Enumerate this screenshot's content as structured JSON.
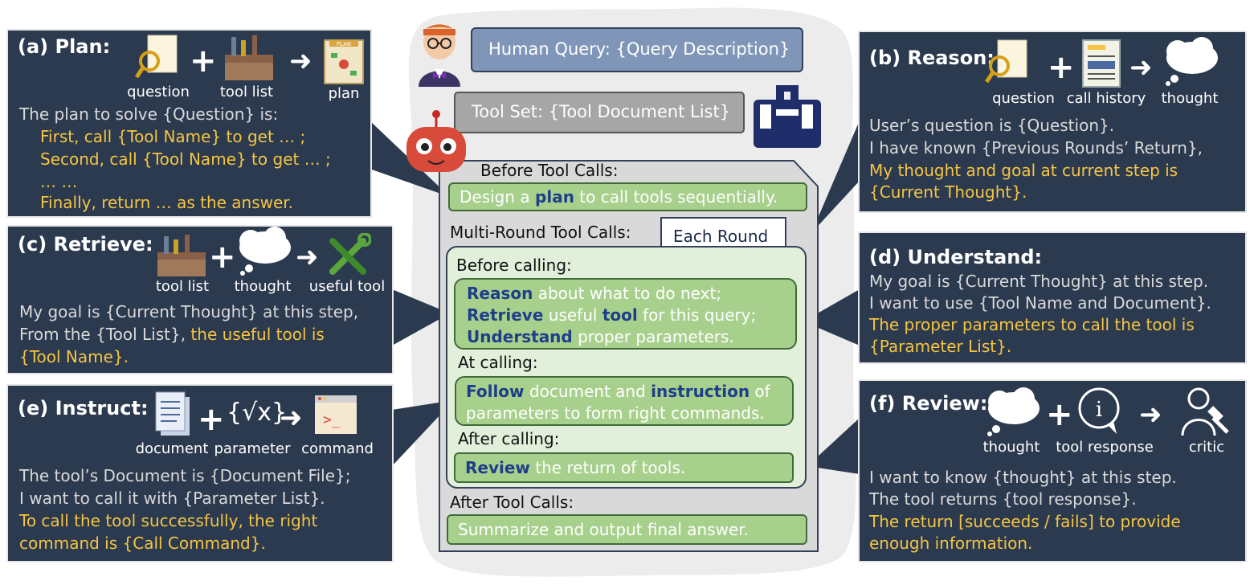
{
  "center": {
    "human_query": "Human Query: {Query Description}",
    "tool_set": "Tool Set: {Tool Document List}",
    "before_tool_calls": "Before Tool Calls:",
    "plan_pre": "Design a ",
    "plan_kw": "plan",
    "plan_post": " to call tools sequentially.",
    "multi_round": "Multi-Round Tool Calls:",
    "each_round": "Each Round",
    "before_calling": "Before calling:",
    "reason_kw": "Reason",
    "reason_post": " about what to do next;",
    "retrieve_kw": "Retrieve",
    "retrieve_mid": " useful ",
    "retrieve_kw2": "tool",
    "retrieve_post": " for this query;",
    "understand_kw": "Understand",
    "understand_post": " proper parameters.",
    "at_calling": "At calling:",
    "follow_kw": "Follow",
    "follow_mid": " document and ",
    "instruction_kw": "instruction",
    "follow_post": " of",
    "follow_line2": "parameters to form right commands.",
    "after_calling": "After calling:",
    "review_kw": "Review",
    "review_post": " the return of tools.",
    "after_tool_calls": "After Tool Calls:",
    "summarize": "Summarize and output final answer."
  },
  "panel_a": {
    "title": "(a) Plan:",
    "icons": [
      "question",
      "tool list",
      "plan"
    ],
    "icon_names": [
      "magnifier-document-icon",
      "toolbox-icon",
      "plan-board-icon"
    ],
    "plan_board_text": "PLAN",
    "lines": [
      "The plan to solve {Question} is:"
    ],
    "yellow_lines": [
      "First, call {Tool Name} to get … ;",
      "Second, call {Tool Name} to get … ;",
      "… …",
      "Finally, return … as the answer."
    ]
  },
  "panel_b": {
    "title": "(b) Reason:",
    "icons": [
      "question",
      "call history",
      "thought"
    ],
    "icon_names": [
      "magnifier-document-icon",
      "history-document-icon",
      "thought-cloud-icon"
    ],
    "lines": [
      "User’s question is {Question}.",
      "I have known {Previous Rounds’ Return},"
    ],
    "yellow_lines": [
      "My thought and goal at current step is",
      "{Current Thought}."
    ]
  },
  "panel_c": {
    "title": "(c) Retrieve:",
    "icons": [
      "tool list",
      "thought",
      "useful tool"
    ],
    "icon_names": [
      "toolbox-icon",
      "thought-cloud-icon",
      "wrench-screwdriver-icon"
    ],
    "line1": "My goal is {Current Thought} at this step,",
    "line2_pre": "From the {Tool List}, ",
    "line2_yellow": "the useful tool is",
    "line3_yellow": "{Tool Name}."
  },
  "panel_d": {
    "title": "(d) Understand:",
    "lines": [
      "My goal is {Current Thought} at this step.",
      "I want to use {Tool Name and Document}."
    ],
    "yellow_lines": [
      "The proper parameters to call the tool is",
      "{Parameter List}."
    ]
  },
  "panel_e": {
    "title": "(e) Instruct:",
    "icons": [
      "document",
      "parameter",
      "command"
    ],
    "icon_names": [
      "document-stack-icon",
      "sqrt-parameter-icon",
      "terminal-icon"
    ],
    "sqrt_text": "{√x}",
    "terminal_text": ">_",
    "lines": [
      "The tool’s Document is {Document File};",
      "I want to call it with {Parameter List}."
    ],
    "yellow_lines": [
      "To call the tool successfully, the right",
      "command is {Call Command}."
    ]
  },
  "panel_f": {
    "title": "(f) Review:",
    "icons": [
      "thought",
      "tool response",
      "critic"
    ],
    "icon_names": [
      "thought-cloud-icon",
      "info-bubble-icon",
      "critic-person-icon"
    ],
    "info_text": "i",
    "lines": [
      "I want to know {thought} at this step.",
      "The tool returns {tool response}."
    ],
    "yellow_lines": [
      "The return [succeeds / fails] to provide",
      "enough information."
    ]
  },
  "colors": {
    "panel_bg": "#2c3a4f",
    "yellow": "#f5c542",
    "green_box": "#a8d08d",
    "light_green": "#e2efda",
    "keyword_blue": "#1f3e8a",
    "human_query_box": "#7f96b8",
    "tool_set_box": "#a6a6a6"
  }
}
